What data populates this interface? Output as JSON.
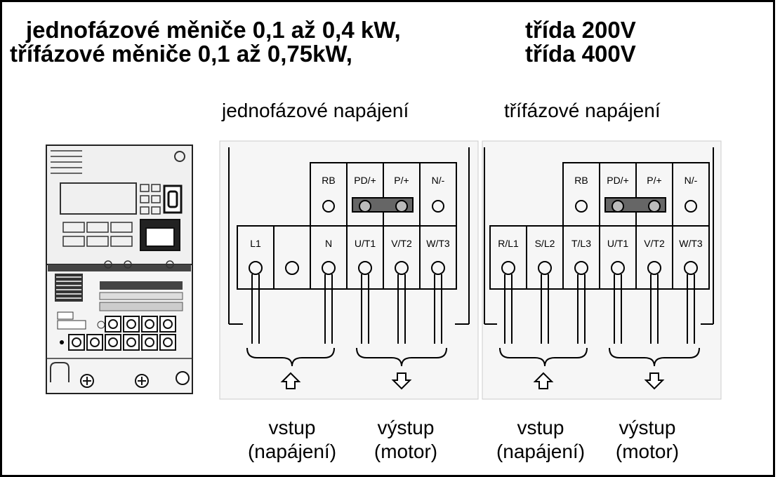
{
  "title": {
    "line1_left": "jednofázové měniče 0,1 až 0,4 kW,",
    "line1_right": "třída 200V",
    "line2_left": "třífázové měniče 0,1 až 0,75kW,",
    "line2_right": "třída 400V"
  },
  "single": {
    "header": "jednofázové napájení",
    "top_labels": [
      "RB",
      "PD/+",
      "P/+",
      "N/-"
    ],
    "bottom_labels": [
      "L1",
      "",
      "N",
      "U/T1",
      "V/T2",
      "W/T3"
    ],
    "input_label": "vstup",
    "input_sub": "(napájení)",
    "output_label": "výstup",
    "output_sub": "(motor)"
  },
  "three": {
    "header": "třífázové napájení",
    "top_labels": [
      "RB",
      "PD/+",
      "P/+",
      "N/-"
    ],
    "bottom_labels": [
      "R/L1",
      "S/L2",
      "T/L3",
      "U/T1",
      "V/T2",
      "W/T3"
    ],
    "input_label": "vstup",
    "input_sub": "(napájení)",
    "output_label": "výstup",
    "output_sub": "(motor)"
  },
  "colors": {
    "line": "#000000",
    "panel_bg": "#ffffff",
    "device_bg": "#f2f2f2"
  }
}
